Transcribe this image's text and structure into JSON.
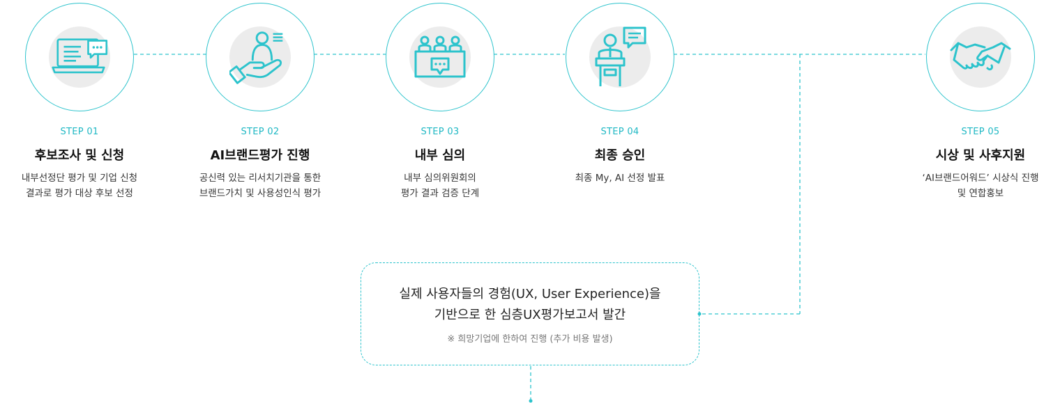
{
  "steps": [
    {
      "label": "STEP 01",
      "title": "후보조사 및 신청",
      "desc1": "내부선정단 평가 및 기업 신청",
      "desc2": "결과로 평가 대상 후보 선정",
      "icon": "laptop-chat-icon"
    },
    {
      "label": "STEP 02",
      "title": "AI브랜드평가 진행",
      "desc1": "공신력 있는 리서치기관을 통한",
      "desc2": "브랜드가치 및 사용성인식 평가",
      "icon": "hand-person-icon"
    },
    {
      "label": "STEP 03",
      "title": "내부 심의",
      "desc1": "내부 심의위원회의",
      "desc2": "평가 결과 검증 단계",
      "icon": "committee-icon"
    },
    {
      "label": "STEP 04",
      "title": "최종 승인",
      "desc1": "최종 My, AI 선정 발표",
      "desc2": "",
      "icon": "podium-speaker-icon"
    },
    {
      "label": "STEP 05",
      "title": "시상 및 사후지원",
      "desc1": "‘AI브랜드어워드’ 시상식 진행",
      "desc2": "및 연합홍보",
      "icon": "handshake-icon"
    }
  ],
  "ux_report": {
    "line1": "실제 사용자들의 경험(UX, User Experience)을",
    "line2": "기반으로 한 심층UX평가보고서 발간",
    "note": "※ 희망기업에 한하여 진행 (추가 비용 발생)"
  },
  "colors": {
    "accent": "#2cc3cc",
    "icon_bg": "#ececec"
  }
}
